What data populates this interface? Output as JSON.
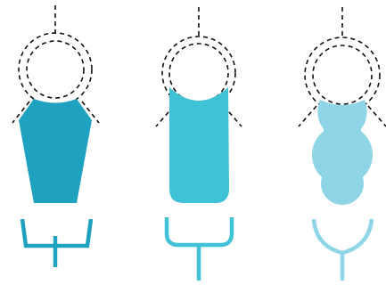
{
  "figures": [
    {
      "id": "tapered-bottle",
      "body_shape": "trapezoid",
      "stand_shape": "angled-bracket",
      "color": "#1FA2BF"
    },
    {
      "id": "rounded-bottle",
      "body_shape": "rounded-rectangle",
      "stand_shape": "curved-fork",
      "color": "#3FC1D6"
    },
    {
      "id": "hourglass-bottle",
      "body_shape": "gourd",
      "stand_shape": "y-fork",
      "color": "#8FD5E8"
    }
  ],
  "guide_style": {
    "stroke": "#111111",
    "dash": "dashed"
  }
}
